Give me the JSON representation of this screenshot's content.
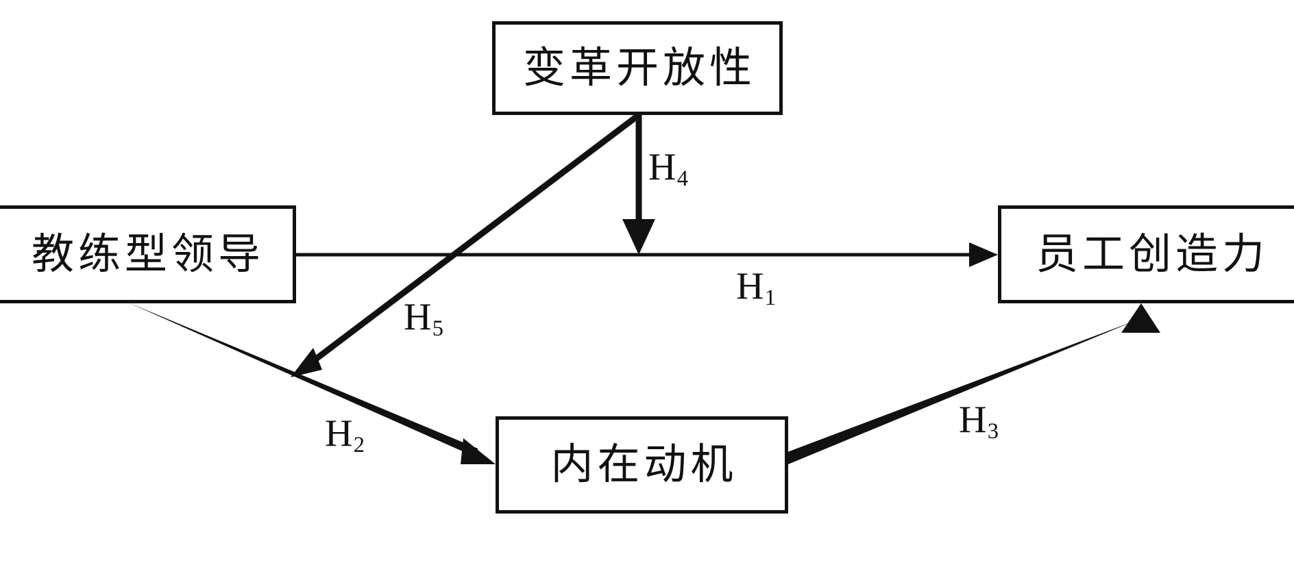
{
  "diagram": {
    "title": "Coaching leadership research model",
    "background_color": "#ffffff",
    "line_color": "#111111",
    "nodes": [
      {
        "id": "coaching-leadership",
        "label": "教练型领导"
      },
      {
        "id": "openness-to-change",
        "label": "变革开放性"
      },
      {
        "id": "employee-creativity",
        "label": "员工创造力"
      },
      {
        "id": "intrinsic-motivation",
        "label": "内在动机"
      }
    ],
    "edges": [
      {
        "id": "h1",
        "label_text": "H",
        "label_sub": "1",
        "from": "coaching-leadership",
        "to": "employee-creativity",
        "style": "solid-arrow"
      },
      {
        "id": "h2",
        "label_text": "H",
        "label_sub": "2",
        "from": "coaching-leadership",
        "to": "intrinsic-motivation",
        "style": "tapered-arrow"
      },
      {
        "id": "h3",
        "label_text": "H",
        "label_sub": "3",
        "from": "intrinsic-motivation",
        "to": "employee-creativity",
        "style": "tapered-arrow"
      },
      {
        "id": "h4",
        "label_text": "H",
        "label_sub": "4",
        "from": "openness-to-change",
        "to": "h1",
        "style": "moderator-arrow"
      },
      {
        "id": "h5",
        "label_text": "H",
        "label_sub": "5",
        "from": "openness-to-change",
        "to": "h2",
        "style": "moderator-arrow"
      }
    ]
  }
}
